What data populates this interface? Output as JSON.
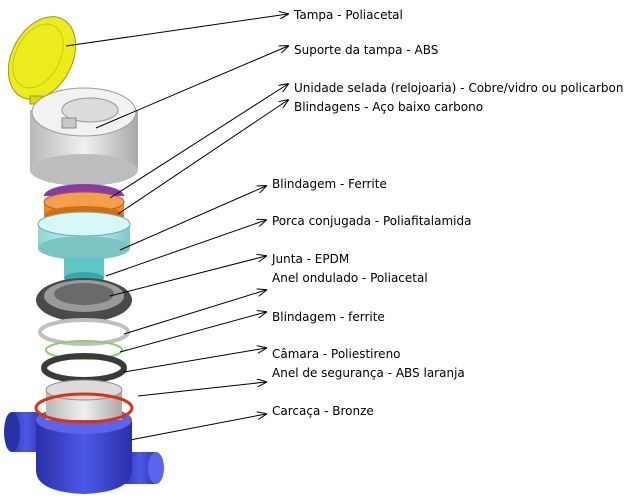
{
  "labels": {
    "tampa": "Tampa - Poliacetal",
    "suporte": "Suporte da tampa - ABS",
    "unidade": "Unidade selada (relojoaria) - Cobre/vidro ou policarbonato",
    "blindagens": "Blindagens - Aço baixo carbono",
    "blindagem_ferrite_1": "Blindagem - Ferrite",
    "porca": "Porca conjugada - Poliafitalamida",
    "junta": "Junta - EPDM",
    "anel_ondulado": "Anel ondulado - Poliacetal",
    "blindagem_ferrite_2": "Blindagem - ferrite",
    "camara": "Câmara - Poliestireno",
    "anel_seguranca": "Anel de segurança - ABS laranja",
    "carcaca": "Carcaça - Bronze"
  },
  "colors": {
    "tampa": "#ecec1c",
    "suporte": "#e6e6e6",
    "blindagem_laranja": "#f08a1e",
    "porca": "#b5ecec",
    "carcaca": "#3a44d0",
    "anel_vermelho": "#e03010",
    "junta_verde": "#8ccf6a"
  }
}
